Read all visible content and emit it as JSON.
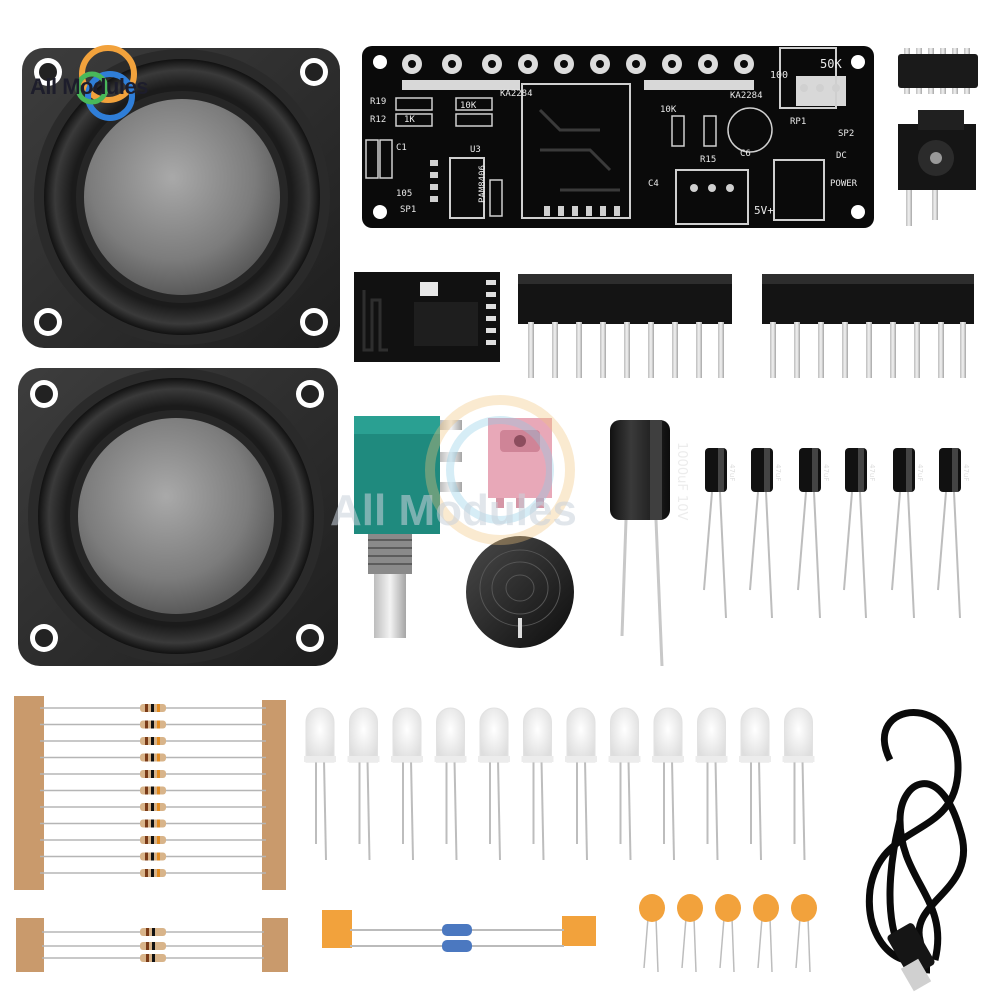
{
  "watermark": {
    "brand_text": "All Modules",
    "center_text": "All Modules"
  },
  "pcb": {
    "labels": [
      "100",
      "50K",
      "R19",
      "R12",
      "1K",
      "10K",
      "C1",
      "10K",
      "105",
      "SP1",
      "PAM8406",
      "U3",
      "KA2284",
      "KA2284",
      "SP2",
      "RP1",
      "C6",
      "R15",
      "C4",
      "5V+",
      "POWER",
      "DC"
    ]
  },
  "capacitor_label": "1000uF 10V",
  "small_cap_label": "47uF"
}
